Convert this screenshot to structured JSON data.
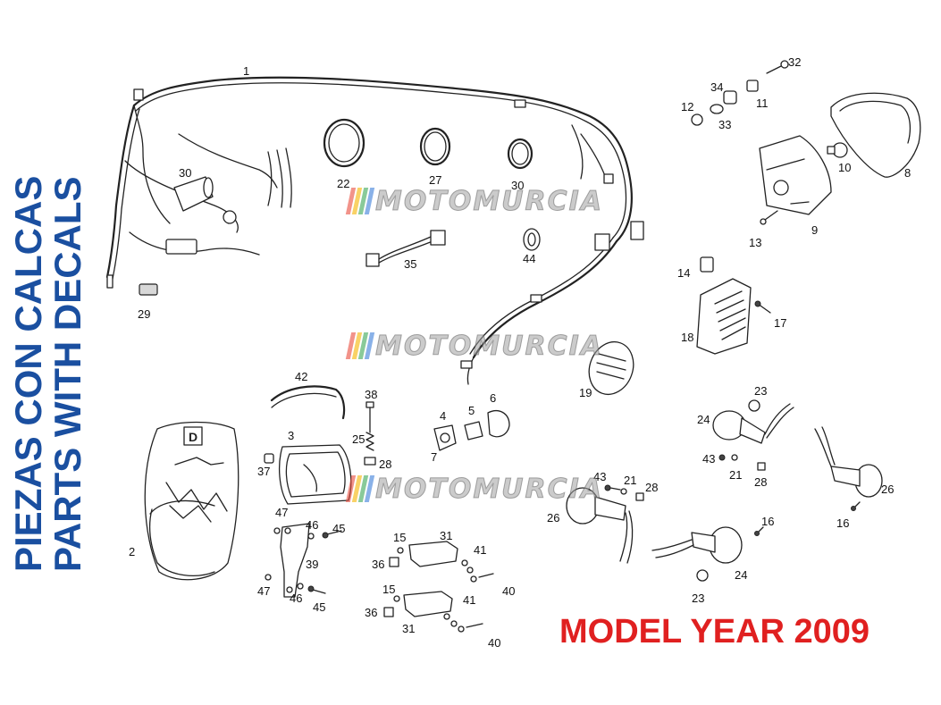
{
  "titles": {
    "side_es": "PIEZAS CON CALCAS",
    "side_en": "PARTS WITH DECALS",
    "model_year": "MODEL YEAR 2009"
  },
  "watermark": {
    "text": "MOTOMURCIA",
    "stripe_colors": [
      "#e94b3c",
      "#f5b400",
      "#3aa655",
      "#3b7dd8"
    ]
  },
  "colors": {
    "side_title": "#1a4fa0",
    "model_year": "#e02020"
  },
  "callouts": {
    "c1": "1",
    "c2": "2",
    "c3": "3",
    "c4": "4",
    "c5": "5",
    "c6": "6",
    "c7": "7",
    "c8": "8",
    "c9": "9",
    "c10": "10",
    "c11": "11",
    "c12": "12",
    "c13": "13",
    "c14": "14",
    "c15a": "15",
    "c15b": "15",
    "c16a": "16",
    "c16b": "16",
    "c17": "17",
    "c18": "18",
    "c19": "19",
    "c21a": "21",
    "c21b": "21",
    "c22": "22",
    "c23a": "23",
    "c23b": "23",
    "c24a": "24",
    "c24b": "24",
    "c25": "25",
    "c26a": "26",
    "c26b": "26",
    "c27": "27",
    "c28a": "28",
    "c28b": "28",
    "c28c": "28",
    "c29": "29",
    "c30a": "30",
    "c30b": "30",
    "c31a": "31",
    "c31b": "31",
    "c32": "32",
    "c33": "33",
    "c34": "34",
    "c35": "35",
    "c36a": "36",
    "c36b": "36",
    "c37": "37",
    "c38": "38",
    "c39": "39",
    "c40a": "40",
    "c40b": "40",
    "c41a": "41",
    "c41b": "41",
    "c42": "42",
    "c43a": "43",
    "c43b": "43",
    "c44": "44",
    "c45a": "45",
    "c45b": "45",
    "c46a": "46",
    "c46b": "46",
    "c47a": "47",
    "c47b": "47"
  },
  "decal_letter": "D"
}
